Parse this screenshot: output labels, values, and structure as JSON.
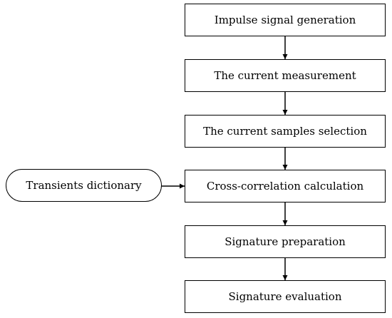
{
  "steps": [
    {
      "label": "Impulse signal generation"
    },
    {
      "label": "The current measurement"
    },
    {
      "label": "The current samples selection"
    },
    {
      "label": "Cross-correlation calculation"
    },
    {
      "label": "Signature preparation"
    },
    {
      "label": "Signature evaluation"
    }
  ],
  "input_node": {
    "label": "Transients dictionary"
  },
  "colors": {
    "stroke": "#000000",
    "fill": "#ffffff"
  }
}
